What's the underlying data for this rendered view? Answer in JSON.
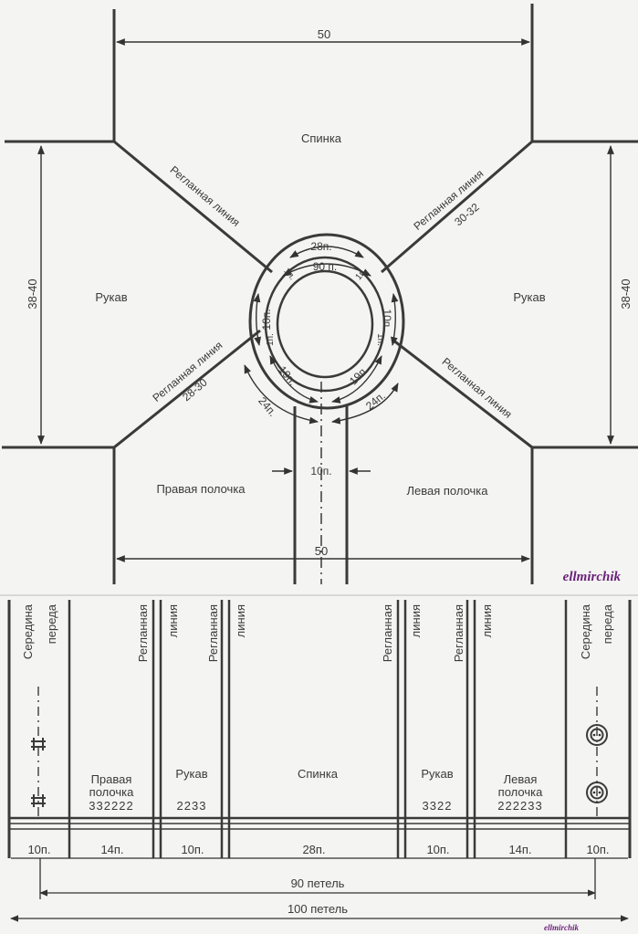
{
  "top": {
    "dim_top": "50",
    "dim_bottom": "50",
    "back": "Спинка",
    "sleeve_left": "Рукав",
    "sleeve_right": "Рукав",
    "front_right": "Правая полочка",
    "front_left": "Левая полочка",
    "side_left": "38-40",
    "side_right": "38-40",
    "raglan_line": "Регланная линия",
    "raglan_ur_num": "30-32",
    "raglan_ll_num": "28-30",
    "neck": {
      "n28": "28п.",
      "n90": "90 п.",
      "n10l": "10п.",
      "n10r": "10п.",
      "n1a": "1п.",
      "n1b": "1п.",
      "n1c": "1п.",
      "n1d": "1п.",
      "n19l": "19п.",
      "n19r": "19п.",
      "n24l": "24п.",
      "n24r": "24п.",
      "placket": "10п."
    },
    "watermark": "ellmirchik"
  },
  "bottom": {
    "middle_front": "Середина",
    "middle_front2": "переда",
    "raglan": "Регланная",
    "line": "линия",
    "panels": {
      "right_front": [
        "Правая",
        "полочка",
        "332222"
      ],
      "sleeve_left": [
        "Рукав",
        "2233"
      ],
      "back": "Спинка",
      "sleeve_right": [
        "Рукав",
        "3322"
      ],
      "left_front": [
        "Левая",
        "полочка",
        "222233"
      ]
    },
    "counts": [
      "10п.",
      "14п.",
      "10п.",
      "28п.",
      "10п.",
      "14п.",
      "10п."
    ],
    "total_90": "90 петель",
    "total_100": "100 петель",
    "watermark": "ellmirchik"
  }
}
